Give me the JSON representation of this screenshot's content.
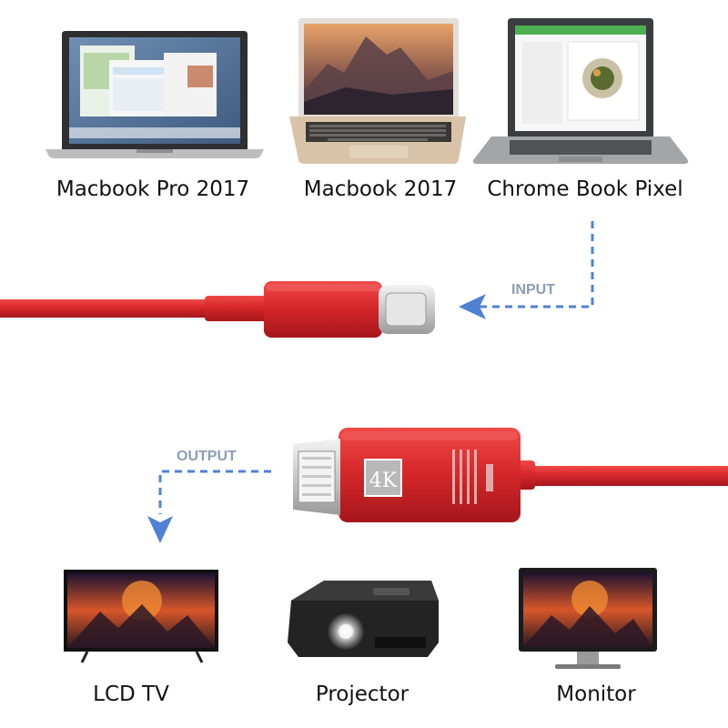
{
  "sources": [
    {
      "label": "Macbook Pro 2017",
      "icon": "laptop-icon"
    },
    {
      "label": "Macbook 2017",
      "icon": "laptop-icon"
    },
    {
      "label": "Chrome Book Pixel",
      "icon": "laptop-icon"
    }
  ],
  "displays": [
    {
      "label": "LCD TV",
      "icon": "tv-icon"
    },
    {
      "label": "Projector",
      "icon": "projector-icon"
    },
    {
      "label": "Monitor",
      "icon": "monitor-icon"
    }
  ],
  "flow": {
    "input_label": "INPUT",
    "output_label": "OUTPUT"
  },
  "adapter": {
    "badge": "4K"
  },
  "colors": {
    "cable_red": "#d8282b",
    "arrow_blue": "#4f82d4",
    "flow_text": "#8c9db6"
  }
}
